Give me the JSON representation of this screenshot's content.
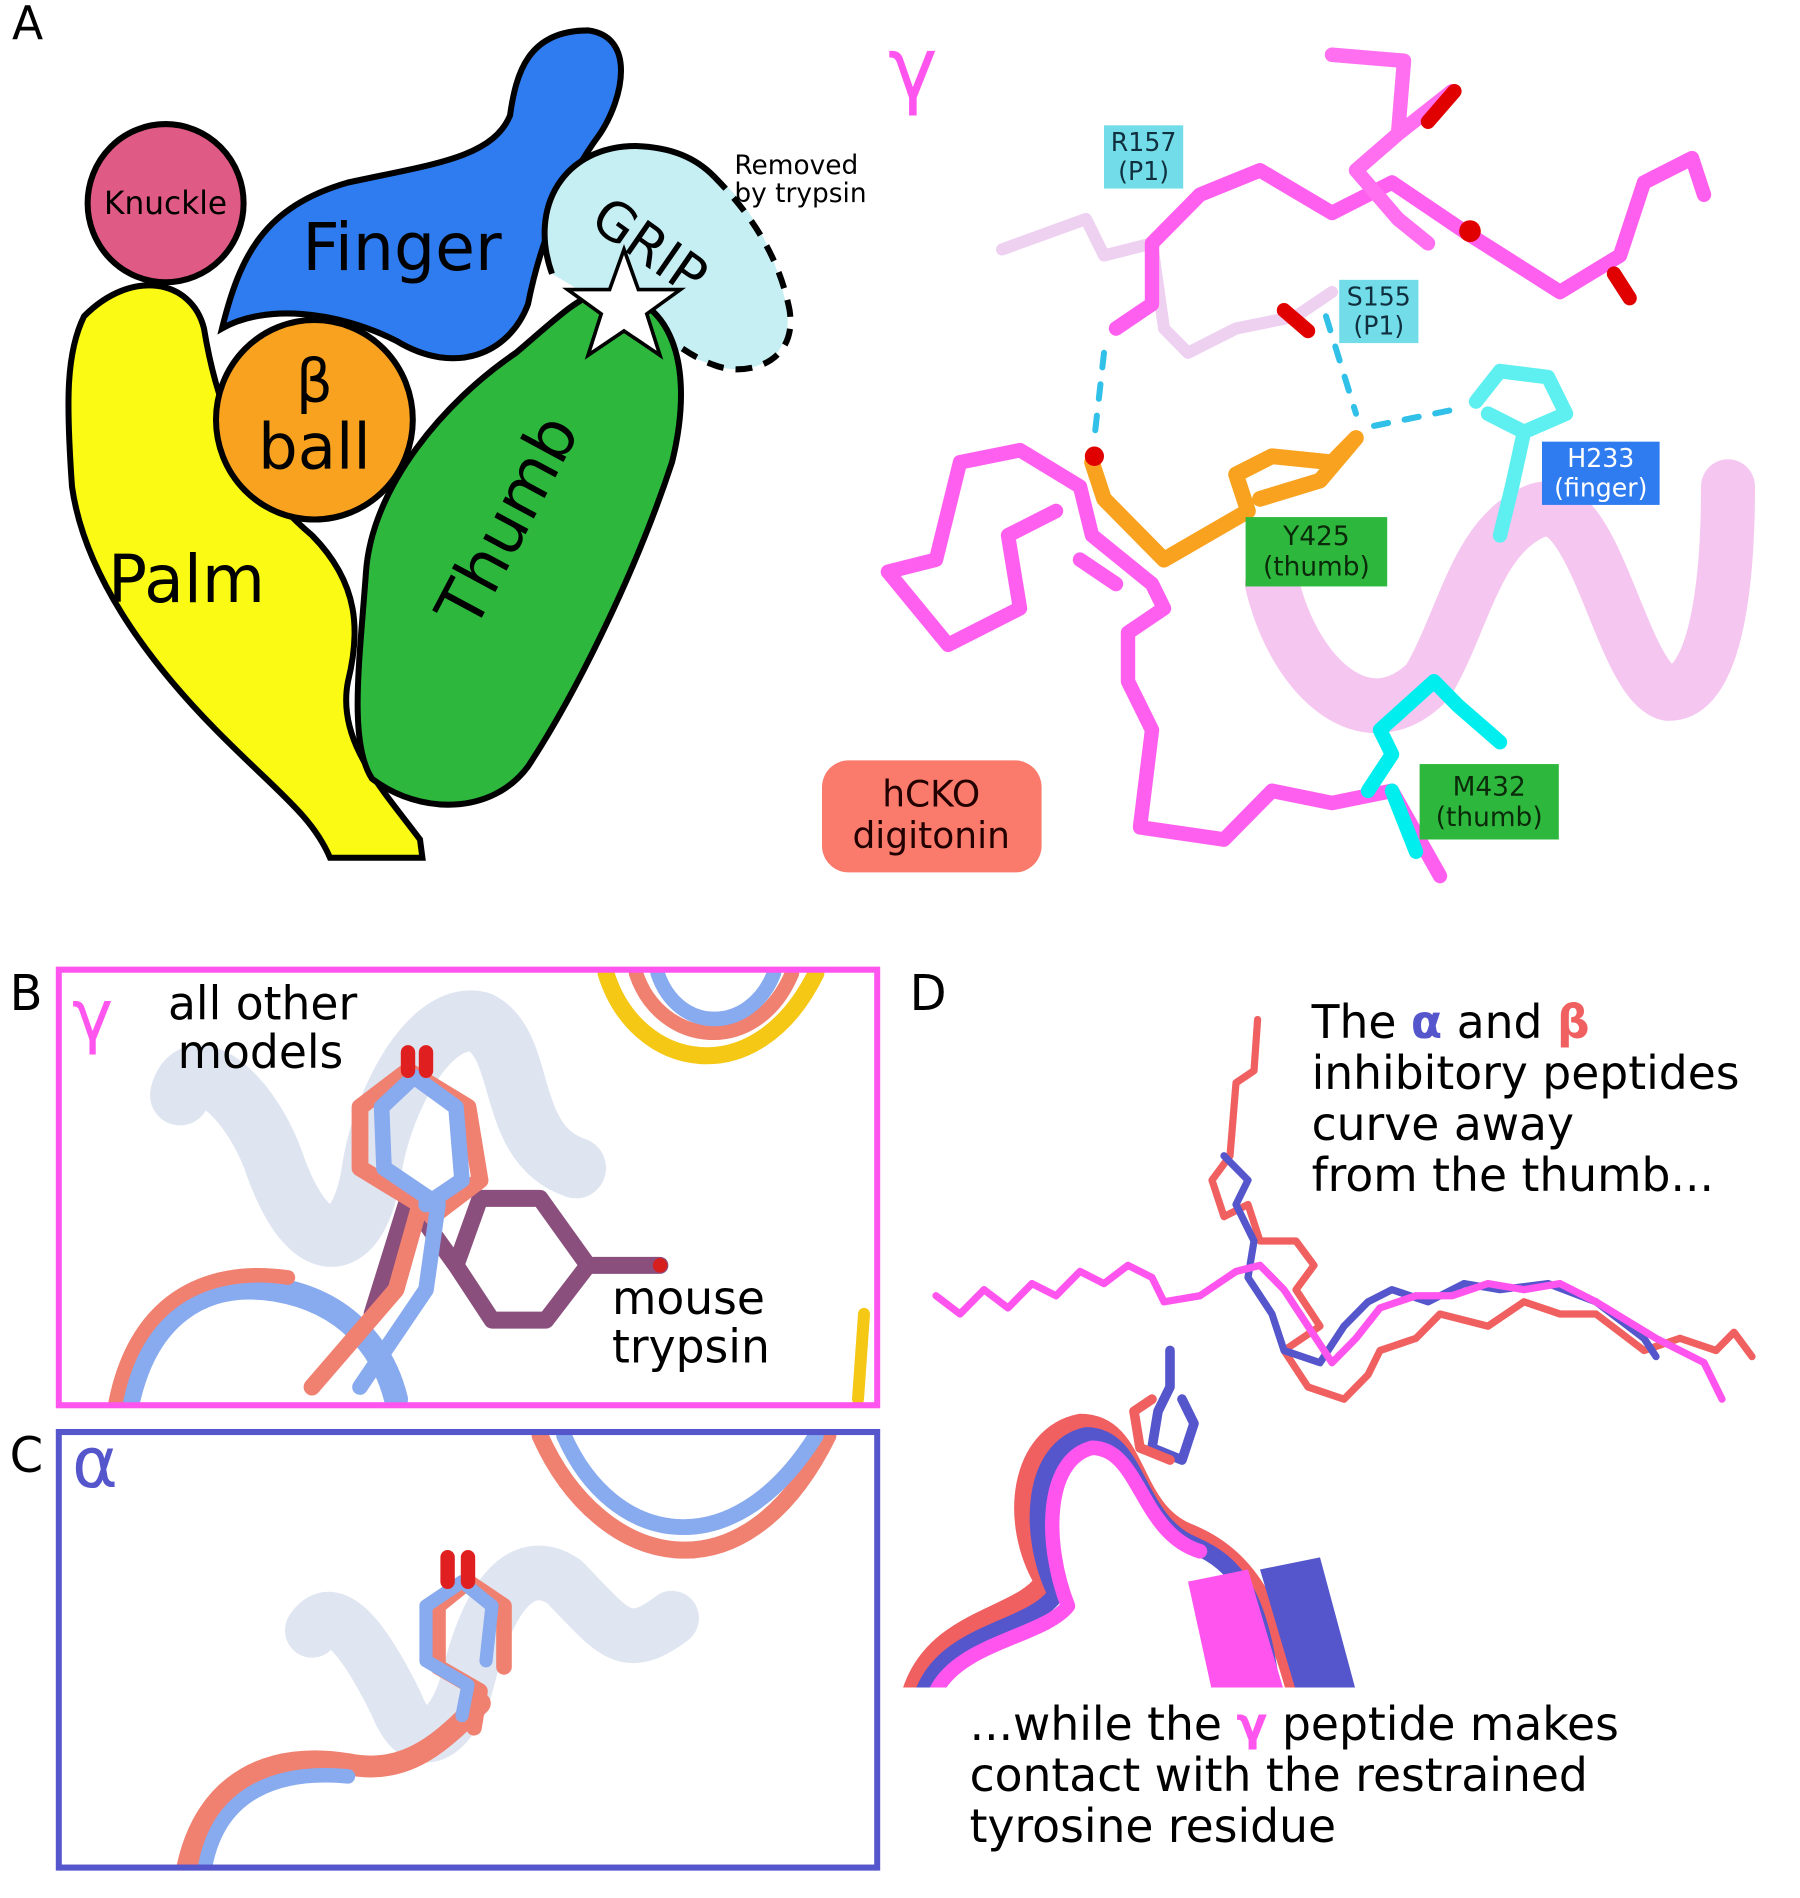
{
  "panel_letters": {
    "a": "A",
    "b": "B",
    "c": "C",
    "d": "D"
  },
  "panel_a": {
    "domains": {
      "knuckle": "Knuckle",
      "finger": "Finger",
      "grip": "GRIP",
      "beta_ball_1": "β",
      "beta_ball_2": "ball",
      "palm": "Palm",
      "thumb": "Thumb"
    },
    "removed_note_1": "Removed",
    "removed_note_2": "by trypsin",
    "gamma_label": "γ",
    "residues": [
      {
        "l1": "R157",
        "l2": "(P1)"
      },
      {
        "l1": "S155",
        "l2": "(P1)"
      },
      {
        "l1": "H233",
        "l2": "(finger)"
      },
      {
        "l1": "Y425",
        "l2": "(thumb)"
      },
      {
        "l1": "M432",
        "l2": "(thumb)"
      }
    ],
    "condition_1": "hCKO",
    "condition_2": "digitonin"
  },
  "panel_b": {
    "greek": "γ",
    "other_1": "all other",
    "other_2": "models",
    "mouse_1": "mouse",
    "mouse_2": "trypsin"
  },
  "panel_c": {
    "greek": "α"
  },
  "panel_d": {
    "top_1a": "The ",
    "top_1b": "α",
    "top_1c": " and ",
    "top_1d": "β",
    "top_2": "inhibitory peptides",
    "top_3": "curve away",
    "top_4": "from the thumb...",
    "bot_1a": "...while the ",
    "bot_1b": "γ",
    "bot_1c": " peptide makes",
    "bot_2": "contact with the restrained",
    "bot_3": "tyrosine residue"
  },
  "colors": {
    "knuckle": "#e05a86",
    "finger": "#2f7cf0",
    "grip": "#b8ecf2",
    "beta": "#f9a21f",
    "palm": "#fafa14",
    "thumb": "#2db83d",
    "gamma": "#ff55ee",
    "alpha": "#5555cc",
    "beta_pep": "#f06060"
  }
}
